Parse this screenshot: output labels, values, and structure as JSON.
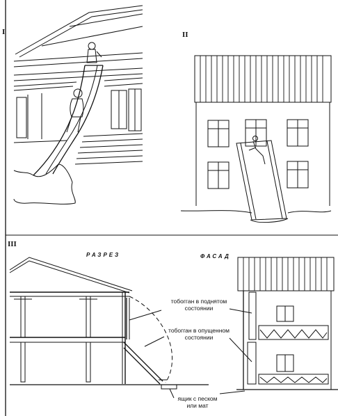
{
  "panels": {
    "one": {
      "numeral": "I"
    },
    "two": {
      "numeral": "II"
    },
    "three": {
      "numeral": "III",
      "section_heading": "РАЗРЕЗ",
      "facade_heading": "ФАСАД",
      "label_raised_1": "тобогган в поднятом",
      "label_raised_2": "состоянии",
      "label_lowered_1": "тобогган в опущенном",
      "label_lowered_2": "состоянии",
      "label_box_1": "ящик с песком",
      "label_box_2": "или мат"
    }
  },
  "colors": {
    "ink": "#111111",
    "paper": "#ffffff"
  }
}
